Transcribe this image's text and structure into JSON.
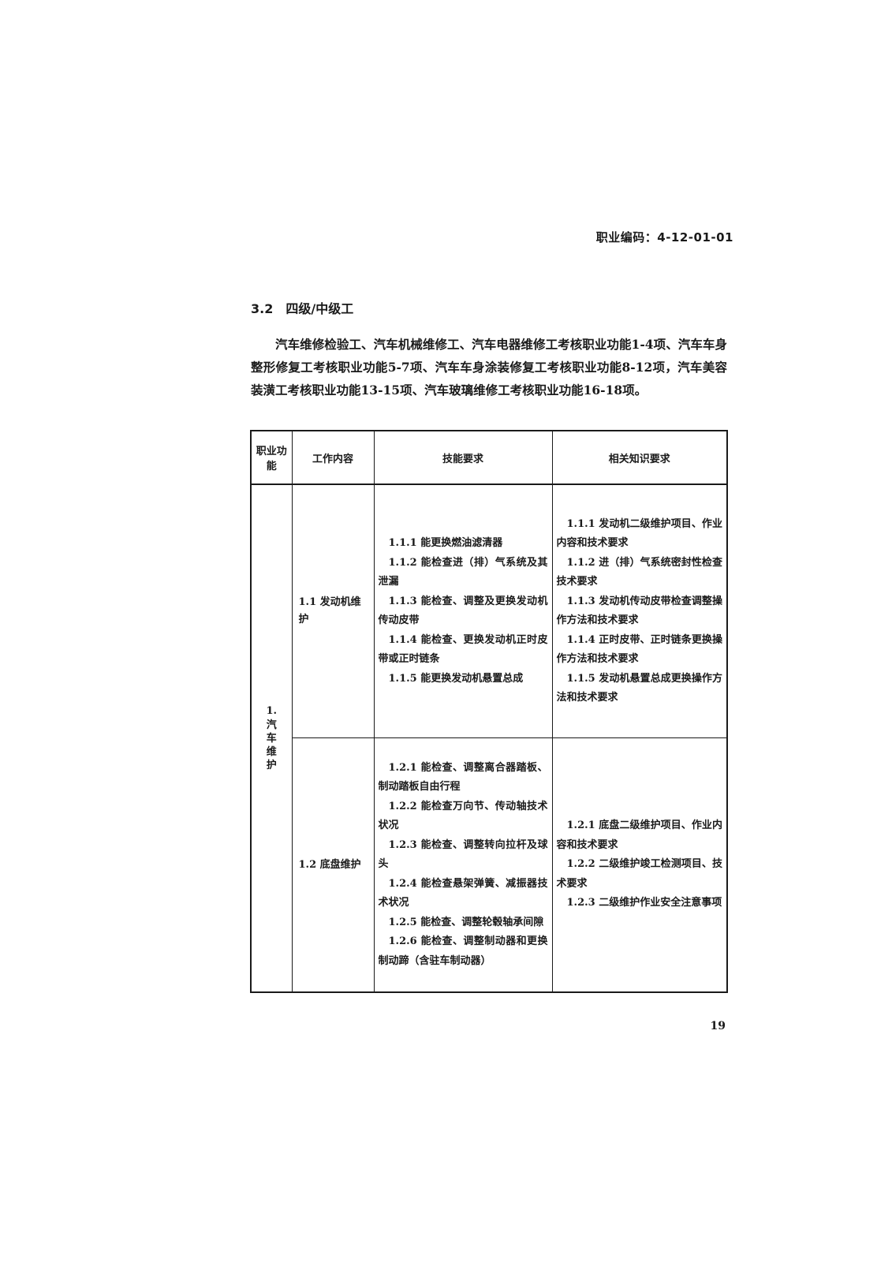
{
  "header": {
    "occupation_code": "职业编码：4-12-01-01"
  },
  "section": {
    "number": "3.2",
    "title": "四级/中级工"
  },
  "intro": "汽车维修检验工、汽车机械维修工、汽车电器维修工考核职业功能1-4项、汽车车身整形修复工考核职业功能5-7项、汽车车身涂装修复工考核职业功能8-12项，汽车美容装潢工考核职业功能13-15项、汽车玻璃维修工考核职业功能16-18项。",
  "table": {
    "headers": [
      "职业功能",
      "工作内容",
      "技能要求",
      "相关知识要求"
    ],
    "function": {
      "number": "1.",
      "name": "汽车维护"
    },
    "rows": [
      {
        "content": "1.1 发动机维护",
        "skills": [
          "1.1.1 能更换燃油滤清器",
          "1.1.2 能检查进（排）气系统及其泄漏",
          "1.1.3 能检查、调整及更换发动机传动皮带",
          "1.1.4 能检查、更换发动机正时皮带或正时链条",
          "1.1.5 能更换发动机悬置总成"
        ],
        "knowledge": [
          "1.1.1 发动机二级维护项目、作业内容和技术要求",
          "1.1.2 进（排）气系统密封性检查技术要求",
          "1.1.3 发动机传动皮带检查调整操作方法和技术要求",
          "1.1.4 正时皮带、正时链条更换操作方法和技术要求",
          "1.1.5 发动机悬置总成更换操作方法和技术要求"
        ]
      },
      {
        "content": "1.2 底盘维护",
        "skills": [
          "1.2.1 能检查、调整离合器踏板、制动踏板自由行程",
          "1.2.2 能检查万向节、传动轴技术状况",
          "1.2.3 能检查、调整转向拉杆及球头",
          "1.2.4 能检查悬架弹簧、减振器技术状况",
          "1.2.5 能检查、调整轮毂轴承间隙",
          "1.2.6 能检查、调整制动器和更换制动蹄（含驻车制动器）"
        ],
        "knowledge": [
          "1.2.1 底盘二级维护项目、作业内容和技术要求",
          "1.2.2 二级维护竣工检测项目、技术要求",
          "1.2.3 二级维护作业安全注意事项"
        ]
      }
    ]
  },
  "footer": {
    "page_number": "19"
  }
}
